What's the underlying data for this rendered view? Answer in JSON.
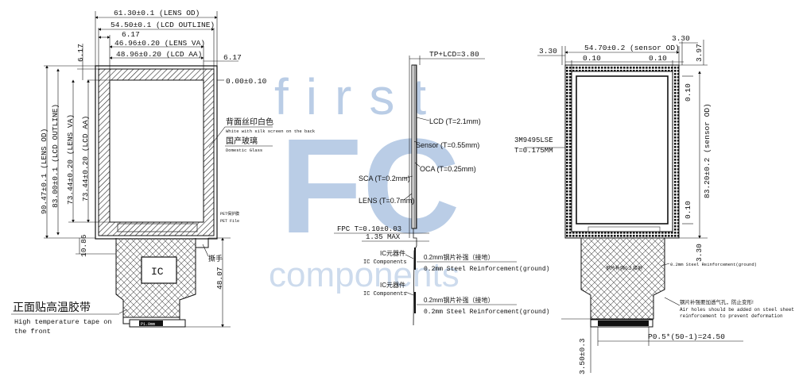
{
  "watermark": {
    "line1": "first",
    "line2": "FC",
    "line3": "components"
  },
  "front": {
    "lens_od": "61.30±0.1 (LENS OD)",
    "lcd_outline": "54.50±0.1 (LCD OUTLINE)",
    "offset_top": "6.17",
    "lens_va": "46.96±0.20 (LENS VA)",
    "lcd_aa": "48.96±0.20 (LCD AA)",
    "offset_right": "6.17",
    "offset_left_top": "6.17",
    "flat": "0.00±0.10",
    "v_lens_od": "90.47±0.1 (LENS OD)",
    "v_lcd_outline": "83.00±0.1 (LCD OUTLINE)",
    "v_lens_va": "73.44±0.20 (LENS VA)",
    "v_lcd_aa": "73.44±0.20 (LCD AA)",
    "bottom_offset": "10.86",
    "fpc_length": "48.07",
    "silk_cn": "背面丝印白色",
    "silk_en": "White with silk screen on the back",
    "glass_cn": "国产玻璃",
    "glass_en": "Domestic Glass",
    "pet_cn": "PET保护膜",
    "pet_en": "PET File",
    "tab_cn": "撕手",
    "ic_label": "IC",
    "tape_cn": "正面贴高温胶带",
    "tape_en1": "High temperature tape on",
    "tape_en2": "the front",
    "connector_label": "P1.0mm"
  },
  "side": {
    "tp_lcd": "TP+LCD=3.80",
    "lcd_t": "LCD (T=2.1mm)",
    "sensor_t": "Sensor (T=0.55mm)",
    "oca_t": "OCA (T=0.25mm)",
    "sca_t": "SCA (T=0.2mm)",
    "lens_t": "LENS (T=0.7mm)",
    "fpc_t": "FPC T=0.10±0.03",
    "max": "1.35 MAX",
    "ic_cn": "IC元器件",
    "ic_en": "IC Components",
    "steel_cn1": "0.2mm钢片补强（接地）",
    "steel_en1": "0.2mm Steel Reinforcement(ground)",
    "ic_cn2": "IC元器件",
    "ic_en2": "IC Components",
    "steel_cn2": "0.2mm钢片补强（接地）",
    "steel_en2": "0.2mm Steel Reinforcement(ground)"
  },
  "back": {
    "sensor_od": "54.70±0.2 (sensor OD)",
    "left_offset": "3.30",
    "right_offset": "3.30",
    "gap_left": "0.10",
    "gap_right": "0.10",
    "top_small": "3.97",
    "v_010_top": "0.10",
    "v_sensor_od": "83.20±0.2 (sensor OD)",
    "v_010_bottom": "0.10",
    "v_330_bottom": "3.30",
    "tape_model": "3M9495LSE",
    "tape_t": "T=0.175MM",
    "steel_text": "0.2mm Steel Reinforcement(ground)",
    "stiffener_cn": "钢片补强0.2 接地",
    "hole_cn": "钢片补强要加透气孔，防止变形!",
    "hole_en1": "Air holes should be added on steel sheet",
    "hole_en2": "reinforcement to prevent deformation",
    "pitch": "P0.5*(50-1)=24.50",
    "bottom_dim": "3.50±0.3"
  }
}
